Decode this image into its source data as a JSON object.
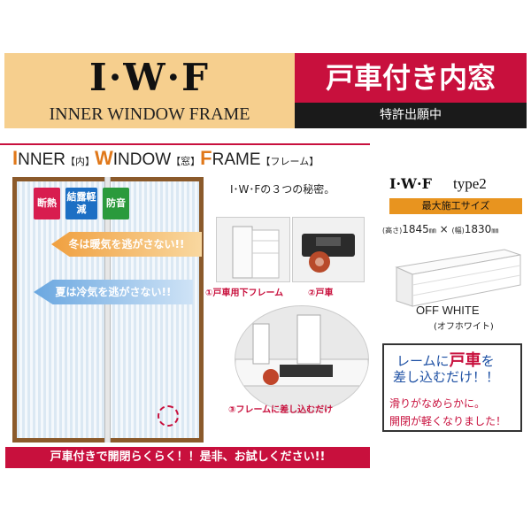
{
  "header": {
    "logo": "I·W·F",
    "subtitle": "INNER WINDOW FRAME",
    "product": "戸車付き内窓",
    "patent": "特許出願中"
  },
  "title": {
    "i_cap": "I",
    "i_rest": "NNER",
    "i_tag": "【内】",
    "w_cap": "W",
    "w_rest": "INDOW",
    "w_tag": "【窓】",
    "f_cap": "F",
    "f_rest": "RAME",
    "f_tag": "【フレーム】"
  },
  "badges": [
    {
      "label": "断熱",
      "color": "#d81d4f"
    },
    {
      "label": "結露軽減",
      "color": "#1c6fc4"
    },
    {
      "label": "防音",
      "color": "#2a9a3c"
    }
  ],
  "arrows": {
    "warm": "冬は暖気を逃がさない!!",
    "cool": "夏は冷気を逃がさない!!"
  },
  "secret": "I･W･Fの３つの秘密。",
  "parts": {
    "cap1": "①戸車用下フレーム",
    "cap2": "②戸車",
    "cap3": "③フレームに差し込むだけ"
  },
  "bottom_banner": "戸車付きで開閉らくらく！！是非、お試しください!!",
  "spec": {
    "logo": "I·W·F",
    "type": "type2",
    "max_size": "最大施工サイズ",
    "height_label": "(高さ)",
    "height": "1845",
    "unit": "㎜",
    "times": "×",
    "width_label": "(幅)",
    "width": "1830",
    "color_en": "OFF WHITE",
    "color_jp": "(オフホワイト)"
  },
  "callout": {
    "line1_a": "レームに",
    "line1_hl": "戸車",
    "line1_b": "を",
    "line2": "差し込むだけ！！",
    "line3": "滑りがなめらかに。",
    "line4": "開閉が軽くなりました！"
  },
  "colors": {
    "accent_red": "#c8103d",
    "header_tan": "#f6cf8e",
    "orange": "#e8941f",
    "frame_brown": "#8b5a2b"
  }
}
